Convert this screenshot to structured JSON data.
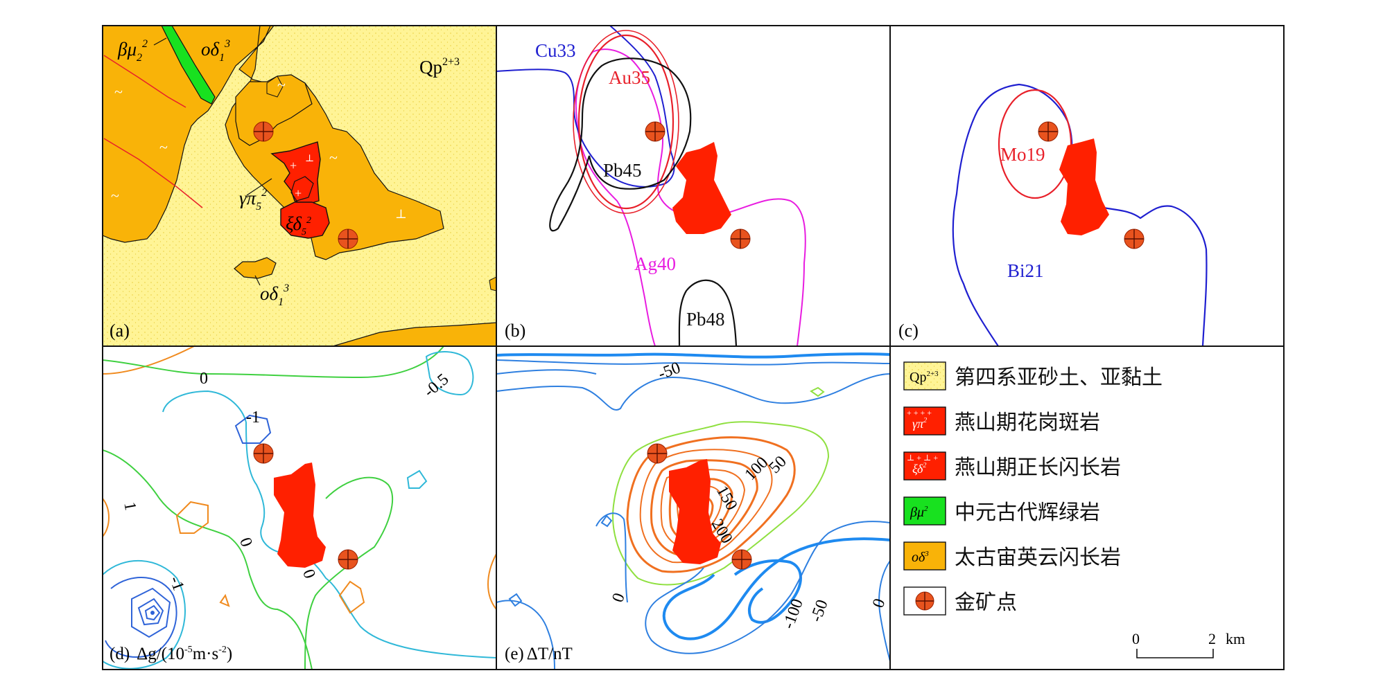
{
  "panels": {
    "a": {
      "label": "(a)",
      "units": {
        "qp": "Qp",
        "qp_sup": "2+3",
        "od_1": "oδ",
        "od_1_sub": "1",
        "od_1_sup": "3",
        "bm": "βμ",
        "bm_sub": "2",
        "bm_sup": "2",
        "gp": "γπ",
        "gp_sub": "5",
        "gp_sup": "2",
        "xd": "ξδ",
        "xd_sub": "5",
        "xd_sup": "2",
        "od_2": "oδ",
        "od_2_sub": "1",
        "od_2_sup": "3"
      }
    },
    "b": {
      "label": "(b)",
      "contours": {
        "cu": "Cu33",
        "au": "Au35",
        "pb45": "Pb45",
        "ag": "Ag40",
        "pb48": "Pb48"
      }
    },
    "c": {
      "label": "(c)",
      "contours": {
        "mo": "Mo19",
        "bi": "Bi21"
      }
    },
    "d": {
      "label": "(d)",
      "quantity": "Δg/(10",
      "quantity_exp": "-5",
      "quantity_unit": "m·s",
      "quantity_unit_exp": "-2",
      "quantity_close": ")",
      "contour_labels": {
        "zero_top": "0",
        "neg_half": "-0.5",
        "neg_one_top": "-1",
        "one": "1",
        "zero_mid": "0",
        "zero_bottom": "0",
        "neg_one_bottom": "-1"
      }
    },
    "e": {
      "label": "(e)",
      "quantity": "ΔT/nT",
      "contour_labels": {
        "neg50_top": "-50",
        "p100": "100",
        "p50": "50",
        "p150": "150",
        "p200": "200",
        "zero_left": "0",
        "neg100": "-100",
        "neg50_right": "-50",
        "zero_right": "0"
      }
    }
  },
  "legend": {
    "items": [
      {
        "symbol_text": "Qp",
        "symbol_sup": "2+3",
        "label": "第四系亚砂土、亚黏土"
      },
      {
        "symbol_text": "γπ",
        "symbol_sup": "2",
        "label": "燕山期花岗斑岩"
      },
      {
        "symbol_text": "ξδ",
        "symbol_sup": "2",
        "label": "燕山期正长闪长岩"
      },
      {
        "symbol_text": "βμ",
        "symbol_sup": "2",
        "label": "中元古代辉绿岩"
      },
      {
        "symbol_text": "oδ",
        "symbol_sup": "3",
        "label": "太古宙英云闪长岩"
      },
      {
        "symbol_text": "",
        "symbol_sup": "",
        "label": "金矿点"
      }
    ],
    "scale": {
      "start": "0",
      "end": "2",
      "unit": "km"
    }
  },
  "colors": {
    "quaternary": "#FFF496",
    "tonalite": "#F9B308",
    "diabase": "#18E11F",
    "granite": "#FF2000",
    "gold_fill": "#E8531E",
    "cu": "#1F1FD0",
    "au": "#E8202A",
    "pb": "#111111",
    "ag": "#E81CE0",
    "mo": "#E8202A",
    "bi": "#1F1FD0",
    "grav_neg": "#2FB8D8",
    "grav_zero": "#3FD040",
    "grav_pos": "#F08A1E",
    "grav_low": "#2E63D8",
    "mag_neg": "#2E7FE0",
    "mag_neg_strong": "#1E8AF0",
    "mag_zero": "#8FE040",
    "mag_pos": "#F07020"
  }
}
